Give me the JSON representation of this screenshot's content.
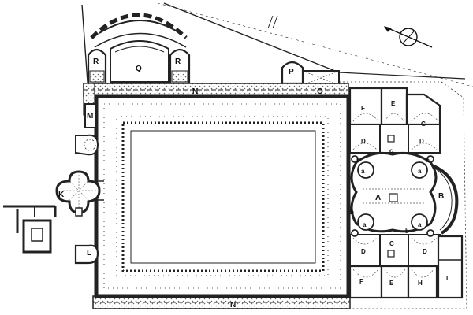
{
  "labels": {
    "A": "A",
    "B": "B",
    "C": "C",
    "D": "D",
    "E": "E",
    "F": "F",
    "G": "G",
    "H": "H",
    "I": "I",
    "K": "K",
    "L": "L",
    "M": "M",
    "N": "N",
    "O": "O",
    "P": "P",
    "Q": "Q",
    "R": "R",
    "a": "a",
    "b": "b",
    "c": "c"
  },
  "colors": {
    "ink": "#111111",
    "wall": "#2a2a2a",
    "hatch": "#6e6e6e",
    "paper": "#ffffff"
  }
}
